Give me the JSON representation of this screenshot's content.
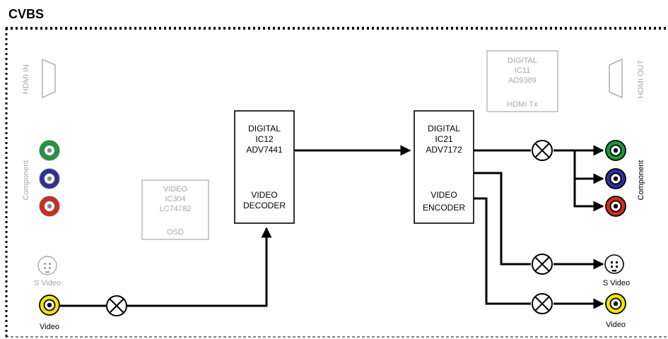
{
  "title": "CVBS",
  "inputs": {
    "hdmi_in": "HDMI IN",
    "component": "Component",
    "svideo": "S Video",
    "video": "Video"
  },
  "outputs": {
    "hdmi_out": "HDMI OUT",
    "component": "Component",
    "svideo": "S Video",
    "video": "Video"
  },
  "blocks": {
    "osd": {
      "line1": "VIDEO",
      "line2": "IC304",
      "line3": "LC74782",
      "line4": "OSD"
    },
    "decoder": {
      "line1": "DIGITAL",
      "line2": "IC12",
      "line3": "ADV7441",
      "line4": "VIDEO",
      "line5": "DECODER"
    },
    "encoder": {
      "line1": "DIGITAL",
      "line2": "IC21",
      "line3": "ADV7172",
      "line4": "VIDEO",
      "line5": "ENCODER"
    },
    "hdmi_tx": {
      "line1": "DIGITAL",
      "line2": "IC11",
      "line3": "AD9389",
      "line4": "HDMI Tx"
    }
  },
  "colors": {
    "active": "#000000",
    "inactive": "#a8a8a8",
    "rca_green": "#1a9a3c",
    "rca_blue": "#2e2e9c",
    "rca_red": "#d42a20",
    "rca_yellow": "#f2e600"
  }
}
